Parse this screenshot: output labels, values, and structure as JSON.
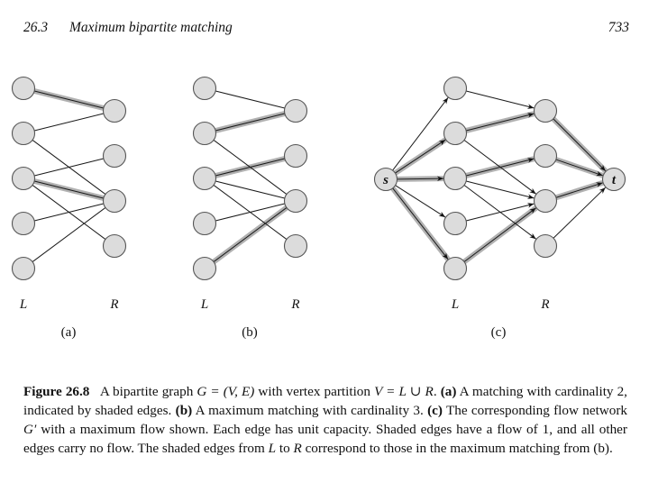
{
  "running_head": {
    "section_number": "26.3",
    "section_title": "Maximum bipartite matching",
    "page_number": "733"
  },
  "figure": {
    "panels": [
      {
        "id": "a",
        "label": "(a)",
        "left_label": "L",
        "right_label": "R",
        "left_vertices": 5,
        "right_vertices": 4,
        "edges": [
          {
            "from": 1,
            "to": 1,
            "shaded": true
          },
          {
            "from": 2,
            "to": 1,
            "shaded": false
          },
          {
            "from": 2,
            "to": 3,
            "shaded": false
          },
          {
            "from": 3,
            "to": 2,
            "shaded": false
          },
          {
            "from": 3,
            "to": 3,
            "shaded": true
          },
          {
            "from": 3,
            "to": 4,
            "shaded": false
          },
          {
            "from": 4,
            "to": 3,
            "shaded": false
          },
          {
            "from": 5,
            "to": 3,
            "shaded": false
          }
        ]
      },
      {
        "id": "b",
        "label": "(b)",
        "left_label": "L",
        "right_label": "R",
        "left_vertices": 5,
        "right_vertices": 4,
        "edges": [
          {
            "from": 1,
            "to": 1,
            "shaded": false
          },
          {
            "from": 2,
            "to": 1,
            "shaded": true
          },
          {
            "from": 2,
            "to": 3,
            "shaded": false
          },
          {
            "from": 3,
            "to": 2,
            "shaded": true
          },
          {
            "from": 3,
            "to": 3,
            "shaded": false
          },
          {
            "from": 3,
            "to": 4,
            "shaded": false
          },
          {
            "from": 4,
            "to": 3,
            "shaded": false
          },
          {
            "from": 5,
            "to": 3,
            "shaded": true
          }
        ]
      },
      {
        "id": "c",
        "label": "(c)",
        "left_label": "L",
        "right_label": "R",
        "source_label": "s",
        "sink_label": "t",
        "left_vertices": 5,
        "right_vertices": 4,
        "source_edges": [
          {
            "to": 1,
            "shaded": false
          },
          {
            "to": 2,
            "shaded": true
          },
          {
            "to": 3,
            "shaded": true
          },
          {
            "to": 4,
            "shaded": false
          },
          {
            "to": 5,
            "shaded": true
          }
        ],
        "edges": [
          {
            "from": 1,
            "to": 1,
            "shaded": false
          },
          {
            "from": 2,
            "to": 1,
            "shaded": true
          },
          {
            "from": 2,
            "to": 3,
            "shaded": false
          },
          {
            "from": 3,
            "to": 2,
            "shaded": true
          },
          {
            "from": 3,
            "to": 3,
            "shaded": false
          },
          {
            "from": 3,
            "to": 4,
            "shaded": false
          },
          {
            "from": 4,
            "to": 3,
            "shaded": false
          },
          {
            "from": 5,
            "to": 3,
            "shaded": true
          }
        ],
        "sink_edges": [
          {
            "from": 1,
            "shaded": true
          },
          {
            "from": 2,
            "shaded": true
          },
          {
            "from": 3,
            "shaded": true
          },
          {
            "from": 4,
            "shaded": false
          }
        ]
      }
    ]
  },
  "caption": {
    "label": "Figure 26.8",
    "text_1": "A bipartite graph ",
    "math_1": "G = (V, E)",
    "text_2": " with vertex partition ",
    "math_2": "V = L ∪ R",
    "text_3": ". ",
    "part_a_label": "(a)",
    "part_a_text": " A matching with cardinality 2, indicated by shaded edges. ",
    "part_b_label": "(b)",
    "part_b_text": " A maximum matching with cardinality 3. ",
    "part_c_label": "(c)",
    "part_c_text_1": " The corresponding flow network ",
    "math_3": "G′",
    "part_c_text_2": " with a maximum flow shown. Each edge has unit capacity. Shaded edges have a flow of 1, and all other edges carry no flow. The shaded edges from ",
    "math_4": "L",
    "part_c_text_3": " to ",
    "math_5": "R",
    "part_c_text_4": " correspond to those in the maximum matching from (b)."
  }
}
